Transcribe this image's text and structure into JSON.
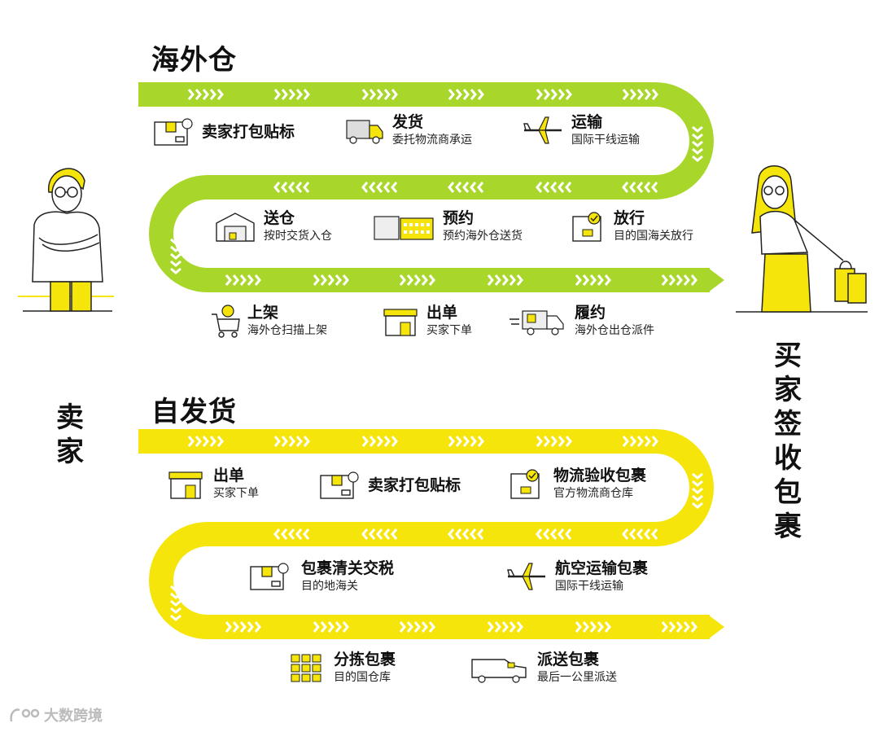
{
  "colors": {
    "green": "#a8d62a",
    "yellow": "#f5e50a",
    "chevron": "#ffffff",
    "ink": "#222222"
  },
  "seller_label": "卖家",
  "buyer_label": "买家签收包裹",
  "overseas": {
    "title": "海外仓",
    "steps": [
      {
        "title": "卖家打包贴标",
        "sub": "",
        "icon": "package-label-icon"
      },
      {
        "title": "发货",
        "sub": "委托物流商承运",
        "icon": "delivery-truck-icon"
      },
      {
        "title": "运输",
        "sub": "国际干线运输",
        "icon": "airplane-icon"
      },
      {
        "title": "送仓",
        "sub": "按时交货入仓",
        "icon": "warehouse-icon"
      },
      {
        "title": "预约",
        "sub": "预约海外仓送货",
        "icon": "calendar-boxes-icon"
      },
      {
        "title": "放行",
        "sub": "目的国海关放行",
        "icon": "customs-check-icon"
      },
      {
        "title": "上架",
        "sub": "海外仓扫描上架",
        "icon": "shopping-cart-icon"
      },
      {
        "title": "出单",
        "sub": "买家下单",
        "icon": "storefront-icon"
      },
      {
        "title": "履约",
        "sub": "海外仓出仓派件",
        "icon": "fast-truck-icon"
      }
    ]
  },
  "self_ship": {
    "title": "自发货",
    "steps": [
      {
        "title": "出单",
        "sub": "买家下单",
        "icon": "storefront-icon"
      },
      {
        "title": "卖家打包贴标",
        "sub": "",
        "icon": "package-label-icon"
      },
      {
        "title": "物流验收包裹",
        "sub": "官方物流商仓库",
        "icon": "inspection-box-icon"
      },
      {
        "title": "包裹清关交税",
        "sub": "目的地海关",
        "icon": "customs-box-icon"
      },
      {
        "title": "航空运输包裹",
        "sub": "国际干线运输",
        "icon": "airplane-icon"
      },
      {
        "title": "分拣包裹",
        "sub": "目的国仓库",
        "icon": "sorting-shelves-icon"
      },
      {
        "title": "派送包裹",
        "sub": "最后一公里派送",
        "icon": "delivery-van-icon"
      }
    ]
  },
  "watermark": "大数跨境"
}
